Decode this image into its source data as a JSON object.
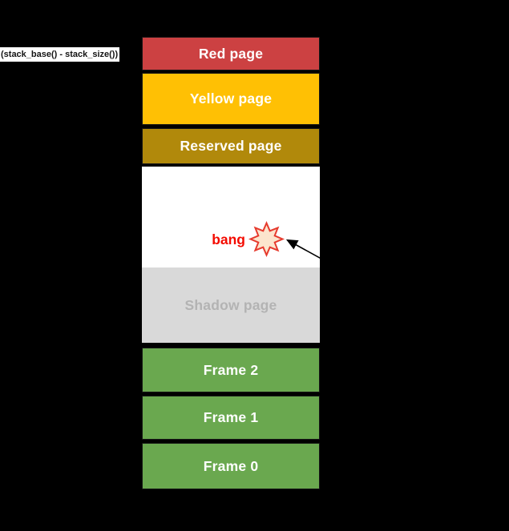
{
  "annotation": {
    "stack_limit_label": "(stack_base() - stack_size())"
  },
  "diagram": {
    "blocks": [
      {
        "id": "red-page",
        "label": "Red page",
        "fill": "#CC4142",
        "text_color": "#FFFFFF"
      },
      {
        "id": "yellow-page",
        "label": "Yellow page",
        "fill": "#FFC004",
        "text_color": "#FFFFFF"
      },
      {
        "id": "reserved-page",
        "label": "Reserved page",
        "fill": "#B1890B",
        "text_color": "#FFFFFF"
      },
      {
        "id": "unmapped-region",
        "label": "",
        "fill": "#FFFFFF",
        "text_color": "#FFFFFF"
      },
      {
        "id": "shadow-page",
        "label": "Shadow page",
        "fill": "#D9D9D9",
        "text_color": "#B3B3B3"
      },
      {
        "id": "frame-2",
        "label": "Frame 2",
        "fill": "#6AA84F",
        "text_color": "#FFFFFF"
      },
      {
        "id": "frame-1",
        "label": "Frame 1",
        "fill": "#6AA84F",
        "text_color": "#FFFFFF"
      },
      {
        "id": "frame-0",
        "label": "Frame 0",
        "fill": "#6AA84F",
        "text_color": "#FFFFFF"
      }
    ],
    "bang": {
      "label": "bang",
      "text_color": "#F40B00",
      "star_fill": "#FCE5CD",
      "star_stroke": "#E63B2E"
    },
    "arrow_color": "#000000",
    "background_color": "#000000"
  }
}
